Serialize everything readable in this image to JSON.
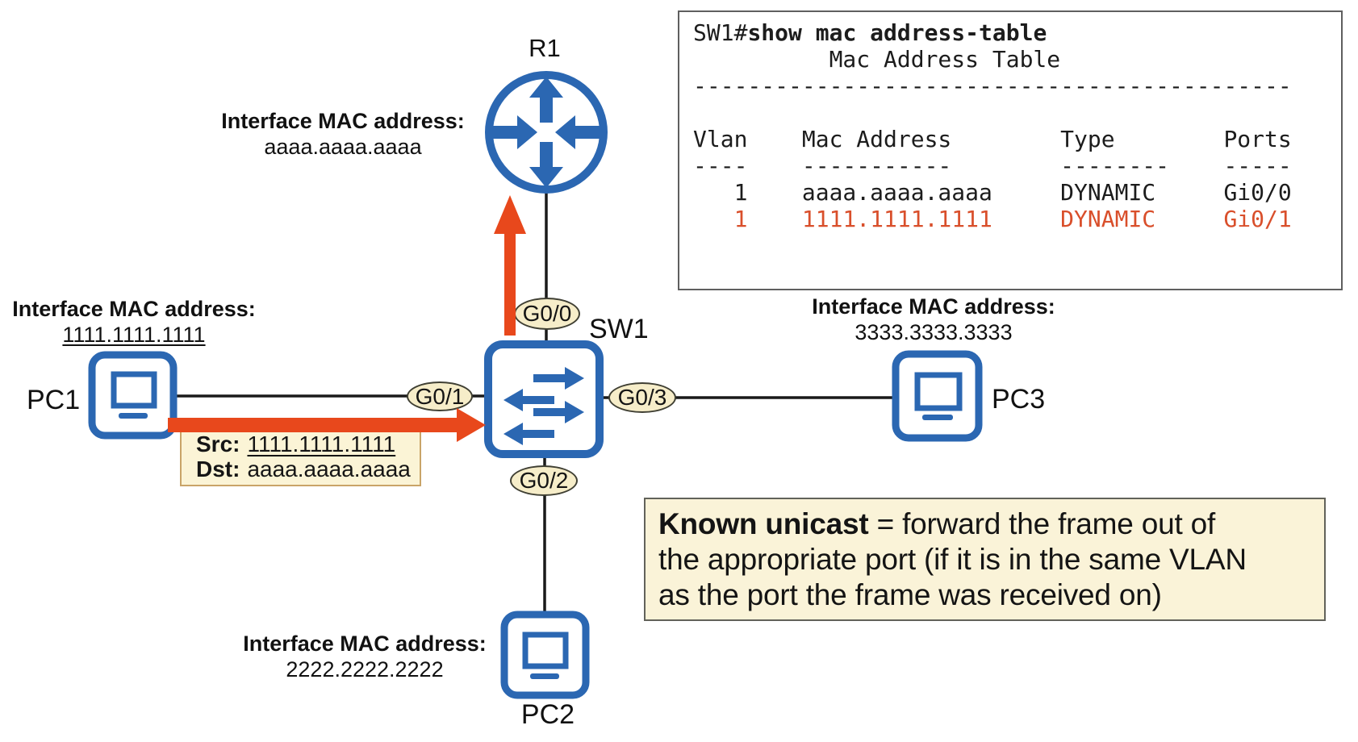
{
  "colors": {
    "cisco_blue": "#2b67b2",
    "arrow_orange": "#e8481c",
    "console_highlight": "#d94f2b",
    "frame_box_bg": "#fbf4d6",
    "note_bg": "#faf3d8",
    "port_bg": "#f6edc9",
    "link_line": "#1a1a1a"
  },
  "devices": {
    "r1": {
      "name": "R1",
      "mac_label": "Interface MAC address:",
      "mac": "aaaa.aaaa.aaaa"
    },
    "sw1": {
      "name": "SW1"
    },
    "pc1": {
      "name": "PC1",
      "mac_label": "Interface MAC address:",
      "mac": "1111.1111.1111"
    },
    "pc2": {
      "name": "PC2",
      "mac_label": "Interface MAC address:",
      "mac": "2222.2222.2222"
    },
    "pc3": {
      "name": "PC3",
      "mac_label": "Interface MAC address:",
      "mac": "3333.3333.3333"
    }
  },
  "ports": {
    "g0_0": "G0/0",
    "g0_1": "G0/1",
    "g0_2": "G0/2",
    "g0_3": "G0/3"
  },
  "frame": {
    "src_label": "Src:",
    "src_value": "1111.1111.1111",
    "dst_label": "Dst:",
    "dst_value": "aaaa.aaaa.aaaa"
  },
  "console": {
    "prompt": "SW1#",
    "command": "show mac address-table",
    "table_title": "          Mac Address Table",
    "separator": "--------------------------------------------",
    "header": "Vlan    Mac Address        Type        Ports",
    "header_underline": "----    -----------        --------    -----",
    "rows": [
      {
        "text": "   1    aaaa.aaaa.aaaa     DYNAMIC     Gi0/0"
      },
      {
        "text": "   1    1111.1111.1111     DYNAMIC     Gi0/1"
      }
    ]
  },
  "note": {
    "lead": "Known unicast",
    "line1_rest": " = forward the frame out of",
    "line2": "the appropriate port (if it is in the same VLAN",
    "line3": "as the port the frame was received on)"
  }
}
